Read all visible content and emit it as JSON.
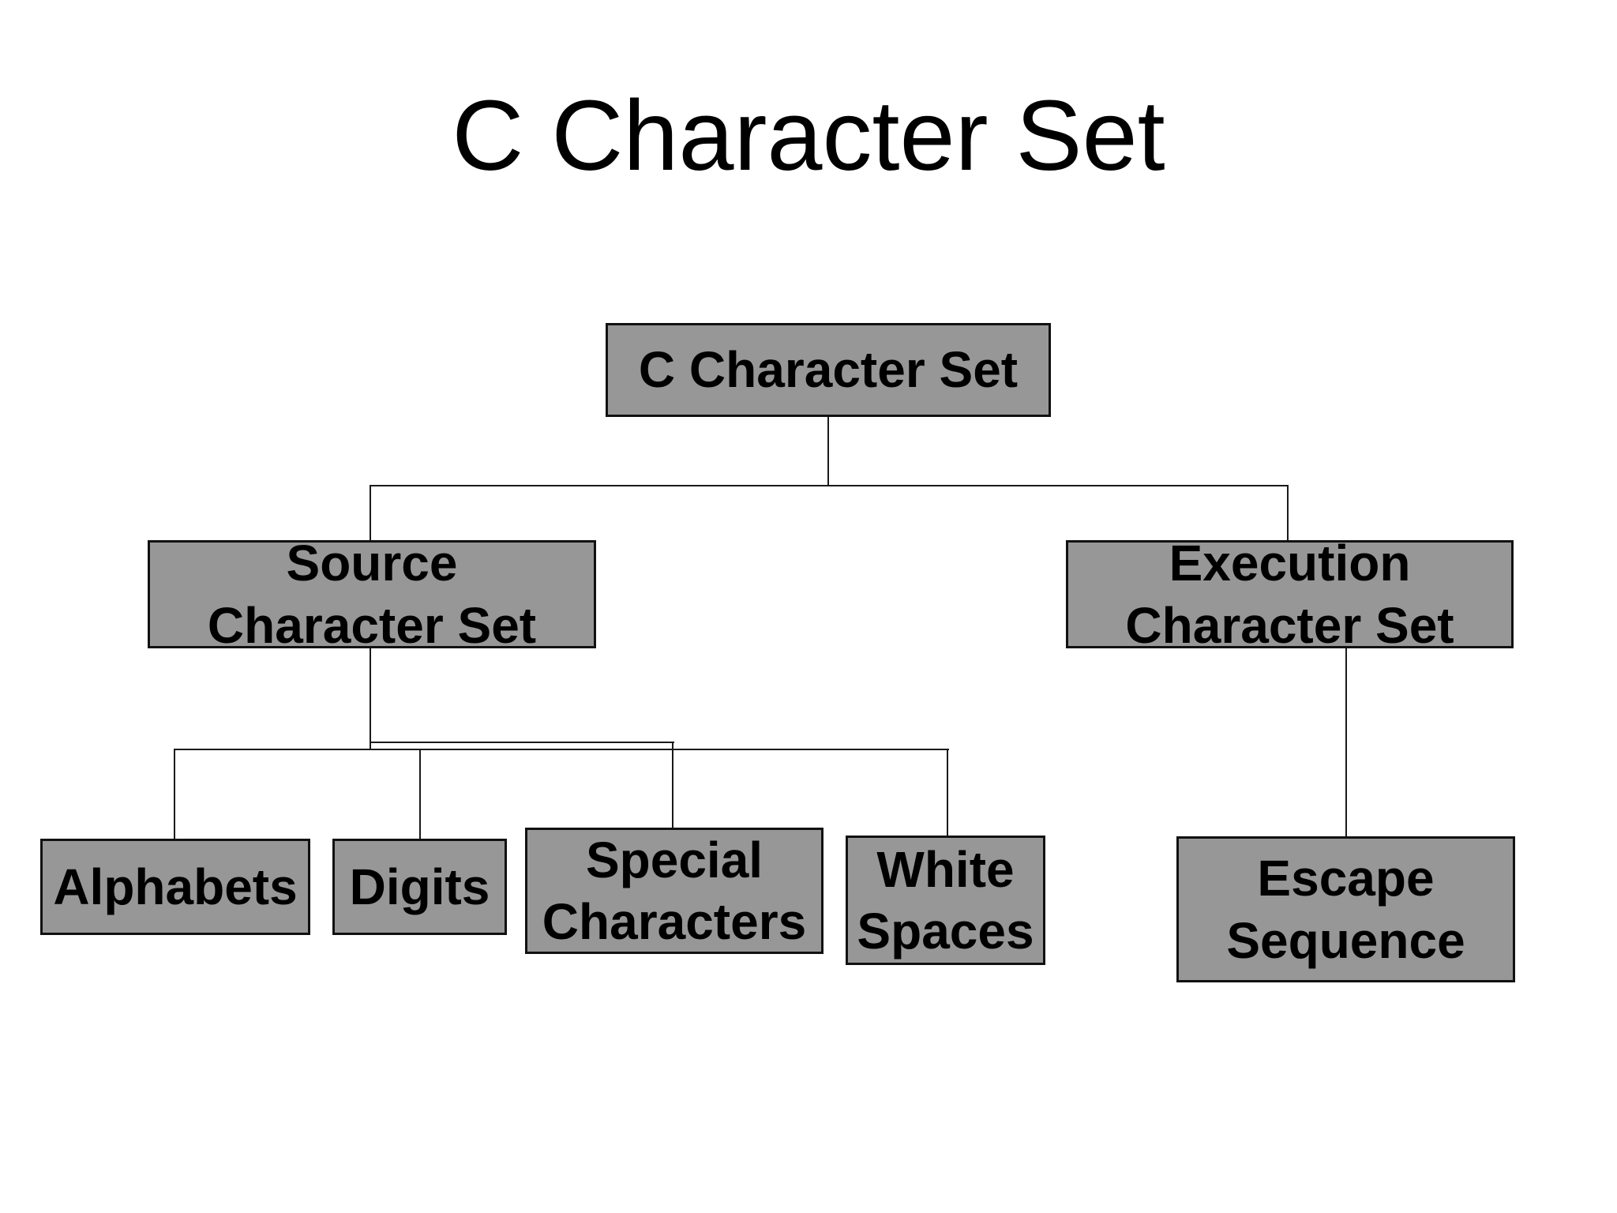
{
  "slide": {
    "title": "C Character Set"
  },
  "theme": {
    "background": "#ffffff",
    "box_fill": "#979797",
    "box_border": "#111111",
    "line_color": "#1a1a1a",
    "text_color": "#000000"
  },
  "diagram": {
    "type": "tree",
    "nodes": {
      "root": {
        "label": "C Character Set"
      },
      "source": {
        "label": "Source\nCharacter Set"
      },
      "execution": {
        "label": "Execution\nCharacter Set"
      },
      "alphabets": {
        "label": "Alphabets"
      },
      "digits": {
        "label": "Digits"
      },
      "special": {
        "label": "Special\nCharacters"
      },
      "white": {
        "label": "White\nSpaces"
      },
      "escape": {
        "label": "Escape\nSequence"
      }
    },
    "edges": [
      {
        "from": "root",
        "to": "source"
      },
      {
        "from": "root",
        "to": "execution"
      },
      {
        "from": "source",
        "to": "alphabets"
      },
      {
        "from": "source",
        "to": "digits"
      },
      {
        "from": "source",
        "to": "special"
      },
      {
        "from": "source",
        "to": "white"
      },
      {
        "from": "execution",
        "to": "escape"
      }
    ]
  }
}
